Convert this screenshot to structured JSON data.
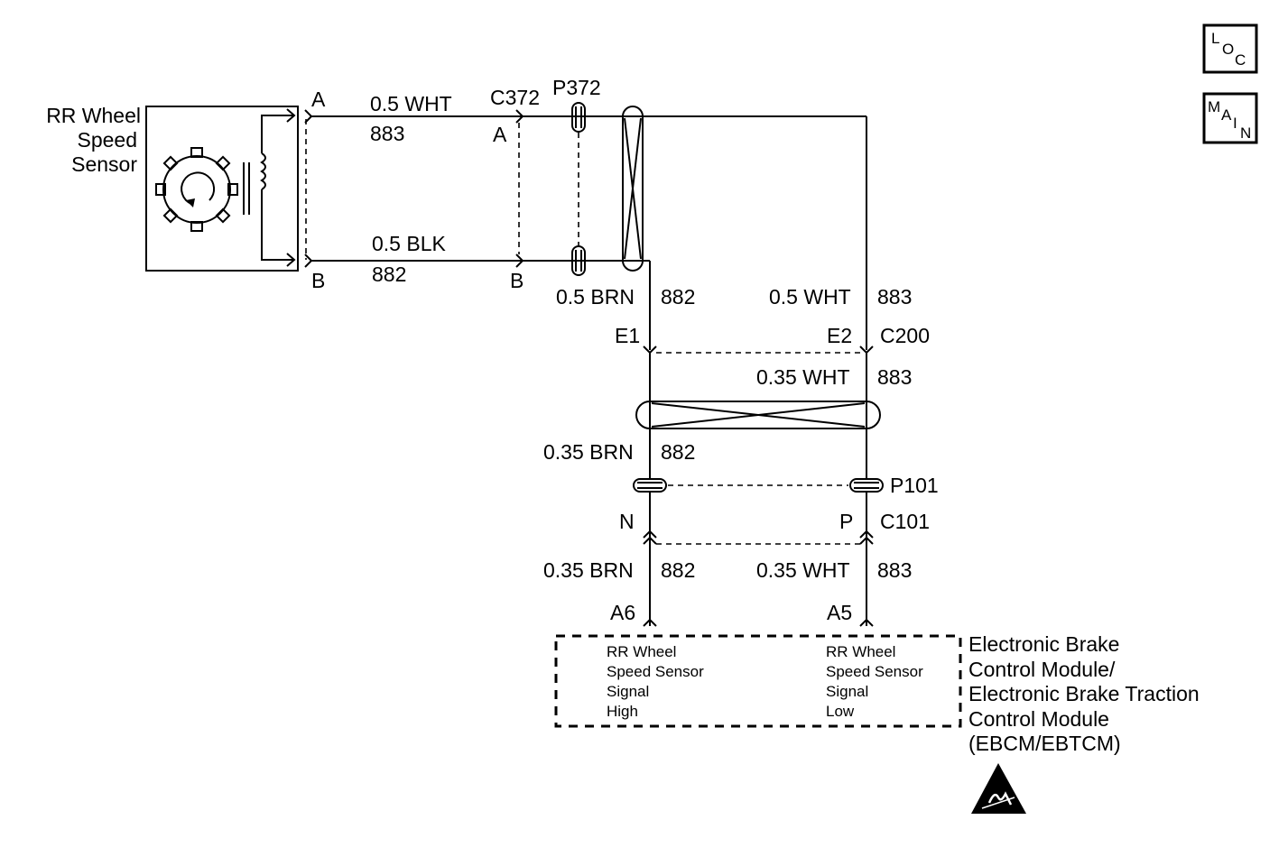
{
  "nav": {
    "loc": [
      "L",
      "O",
      "C"
    ],
    "main": [
      "M",
      "A",
      "I",
      "N"
    ]
  },
  "sensor": {
    "name": [
      "RR Wheel",
      "Speed",
      "Sensor"
    ],
    "pin_a": "A",
    "pin_b": "B"
  },
  "wires": {
    "top_color": "0.5 WHT",
    "top_circuit": "883",
    "bottom_color": "0.5 BLK",
    "bottom_circuit": "882",
    "brn_color": "0.5 BRN",
    "brn_circuit": "882",
    "wht_color": "0.5 WHT",
    "wht_circuit": "883",
    "mid_wht_color": "0.35 WHT",
    "mid_wht_circuit": "883",
    "mid_brn_color": "0.35 BRN",
    "mid_brn_circuit": "882",
    "low_brn_color": "0.35 BRN",
    "low_brn_circuit": "882",
    "low_wht_color": "0.35 WHT",
    "low_wht_circuit": "883"
  },
  "connectors": {
    "c372": "C372",
    "c372_a": "A",
    "c372_b": "B",
    "p372": "P372",
    "e1": "E1",
    "e2": "E2",
    "c200": "C200",
    "p101": "P101",
    "n": "N",
    "p": "P",
    "c101": "C101",
    "a6": "A6",
    "a5": "A5"
  },
  "module": {
    "left_pin_desc": [
      "RR Wheel",
      "Speed Sensor",
      "Signal",
      "High"
    ],
    "right_pin_desc": [
      "RR Wheel",
      "Speed Sensor",
      "Signal",
      "Low"
    ],
    "name": [
      "Electronic Brake",
      "Control Module/",
      "Electronic Brake Traction",
      "Control Module",
      "(EBCM/EBTCM)"
    ]
  },
  "icons": {
    "esd": "esd-warning-icon",
    "sensor": "reluctor-wheel-icon"
  }
}
